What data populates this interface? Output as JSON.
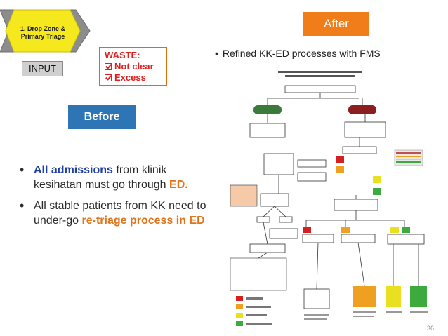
{
  "left": {
    "drop_zone_label": "1. Drop Zone & Primary Triage",
    "input_label": "INPUT",
    "waste": {
      "title": "WASTE:",
      "items": [
        "Not clear",
        "Excess"
      ]
    },
    "before_label": "Before",
    "bullets": [
      {
        "emphasis": "All admissions",
        "rest": " from klinik kesihatan must go through ",
        "emphasis2": "ED."
      },
      {
        "pre": "All stable patients from KK need to under-go ",
        "emphasis": "re-triage process in ED"
      }
    ]
  },
  "right": {
    "after_label": "After",
    "bullet": "Refined KK-ED processes with FMS"
  },
  "page_number": "36",
  "colors": {
    "before_blue": "#2e75b6",
    "after_orange": "#f07d1a",
    "waste_red": "#e02020",
    "drop_zone_yellow": "#f5e81c"
  }
}
